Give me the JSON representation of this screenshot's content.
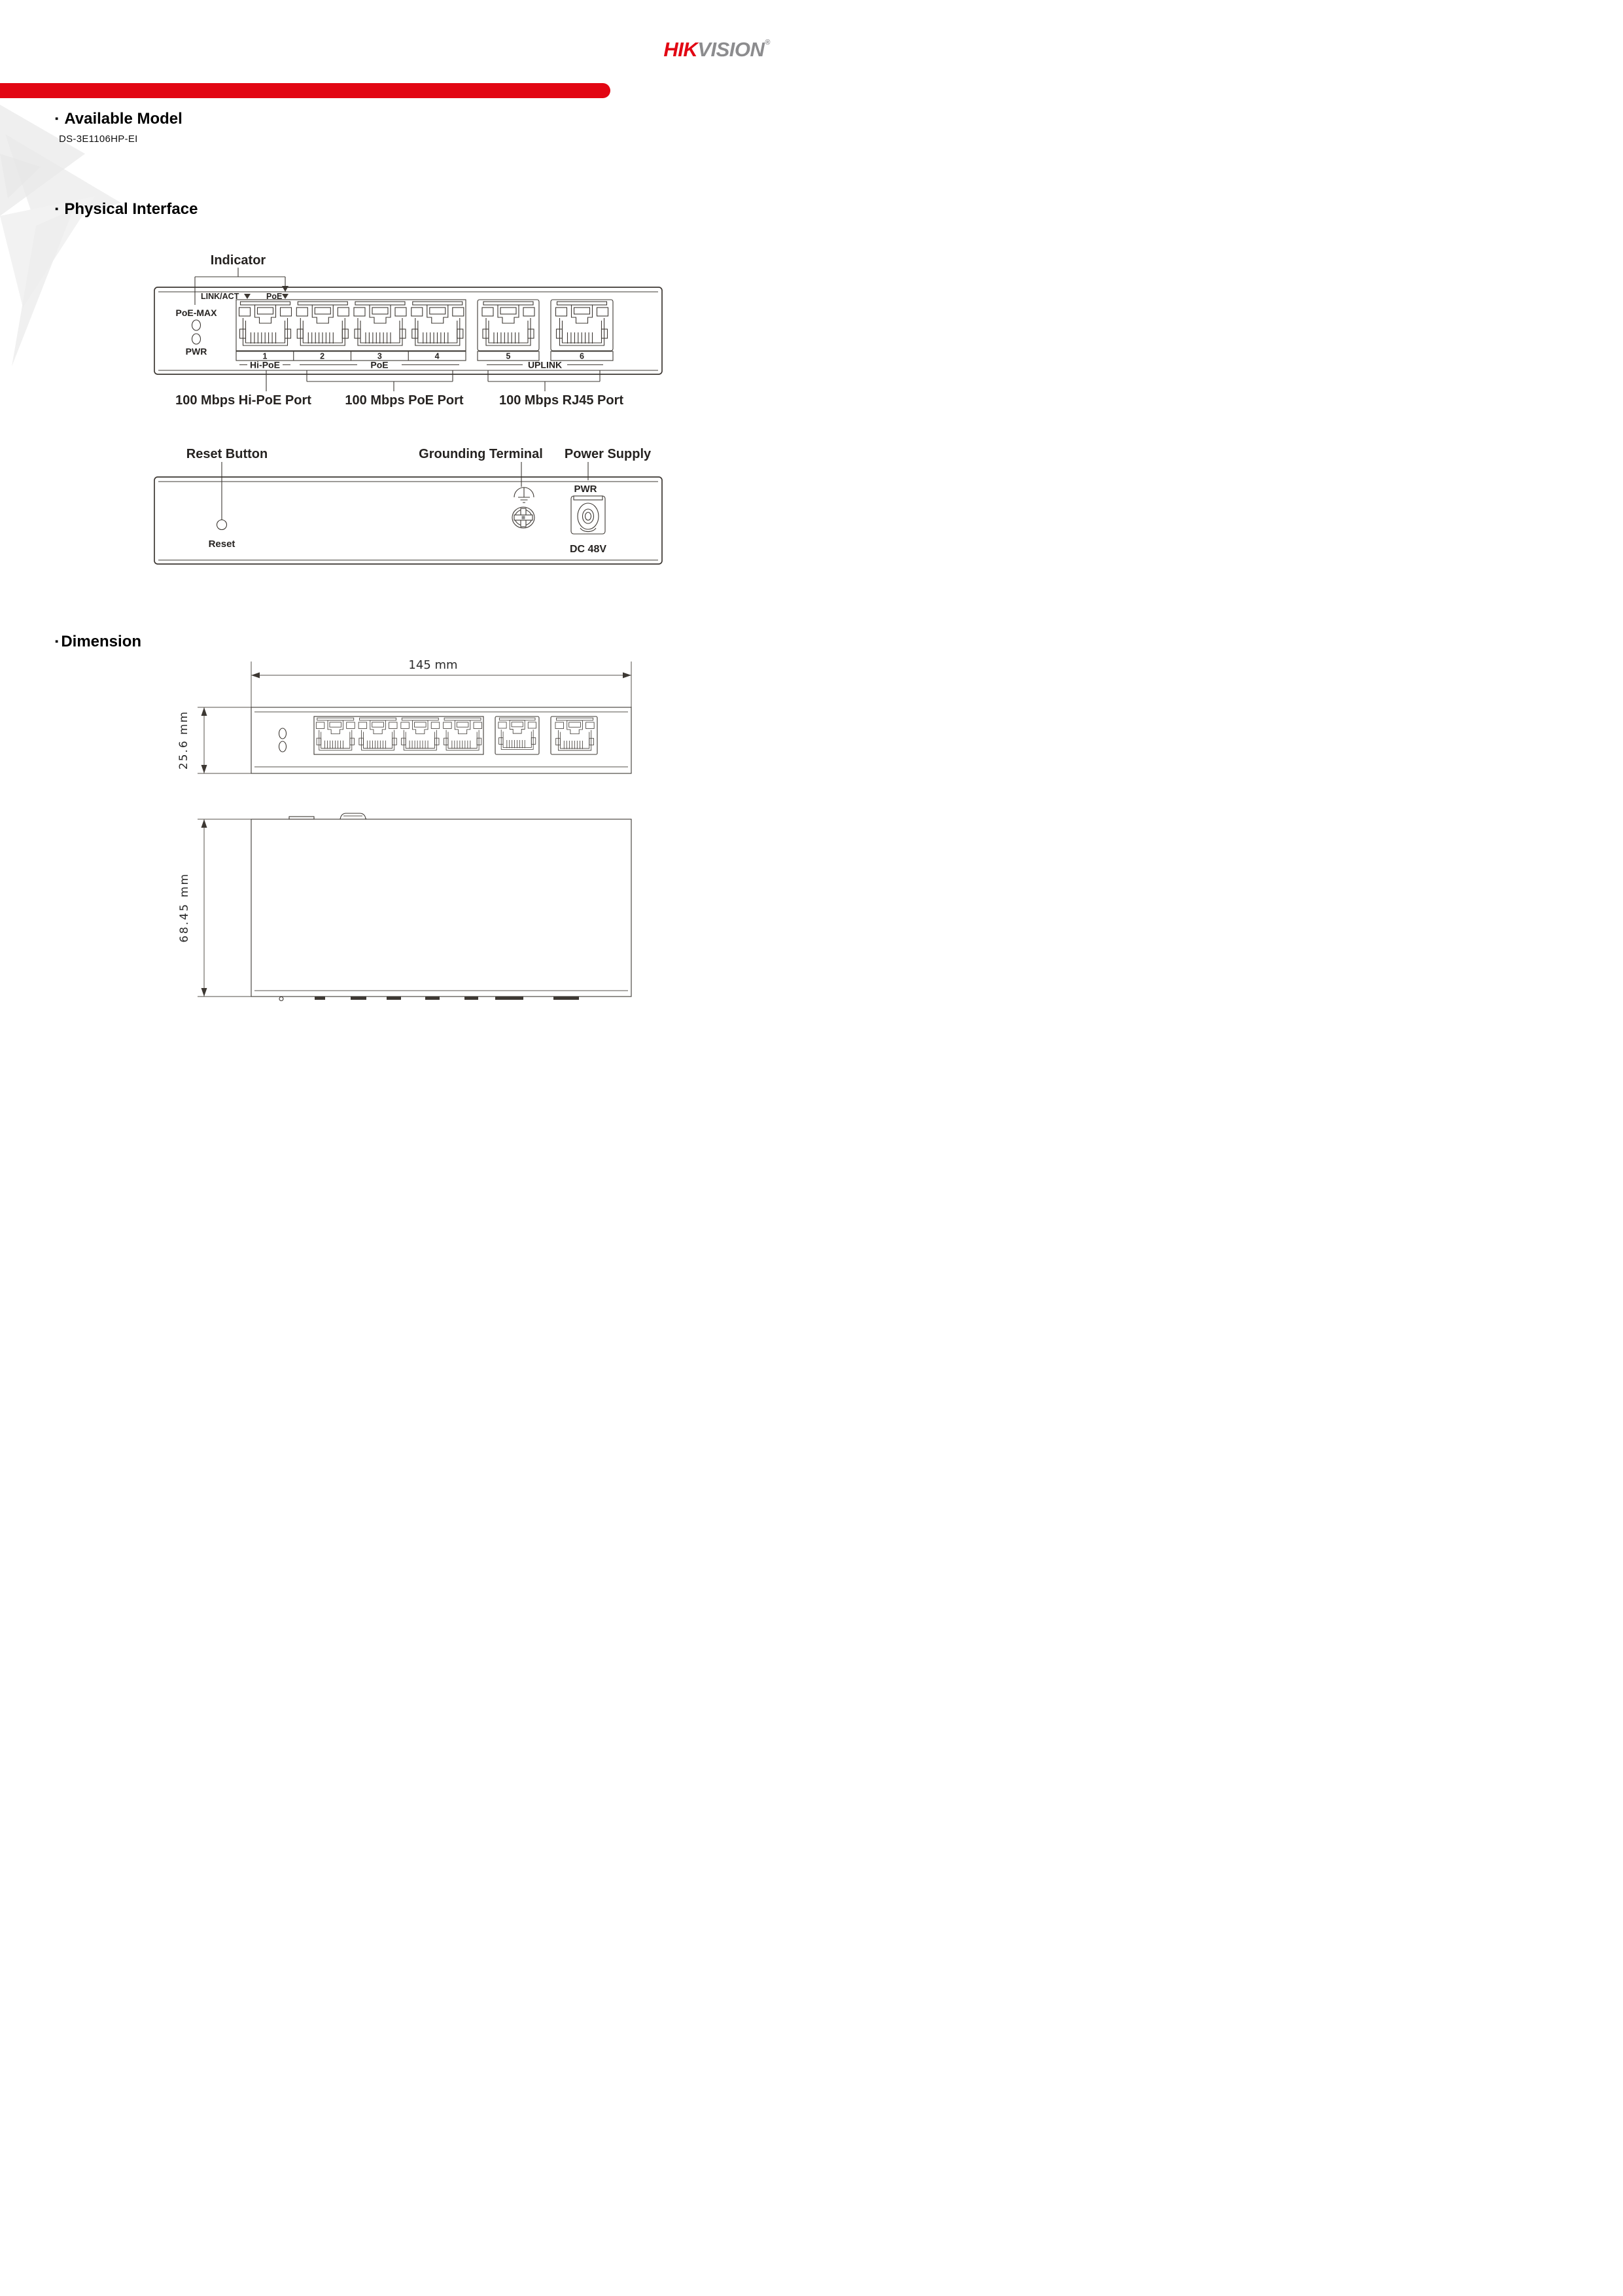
{
  "logo": {
    "hik": "HIK",
    "vision": "VISION",
    "registered": "®"
  },
  "headings": {
    "bullet": "▪",
    "available_model": "Available Model",
    "physical_interface": "Physical Interface",
    "dimension": "Dimension"
  },
  "model": "DS-3E1106HP-EI",
  "front_panel": {
    "indicator_callout": "Indicator",
    "link_act": "LINK/ACT",
    "poe_indicator": "PoE",
    "poe_max": "PoE-MAX",
    "pwr": "PWR",
    "ports": [
      "1",
      "2",
      "3",
      "4",
      "5",
      "6"
    ],
    "hi_poe": "Hi-PoE",
    "poe_group": "PoE",
    "uplink": "UPLINK",
    "labels": [
      "100 Mbps Hi-PoE Port",
      "100 Mbps PoE Port",
      "100 Mbps RJ45 Port"
    ]
  },
  "rear_panel": {
    "reset_button": "Reset Button",
    "reset": "Reset",
    "grounding_terminal": "Grounding Terminal",
    "power_supply": "Power Supply",
    "pwr": "PWR",
    "dc_48v": "DC 48V"
  },
  "dimensions": {
    "width": "145 mm",
    "height": "25.6 mm",
    "depth": "68.45 mm"
  },
  "colors": {
    "brand_red": "#e20613",
    "logo_gray": "#8c8c8e",
    "line": "#3d3833"
  }
}
